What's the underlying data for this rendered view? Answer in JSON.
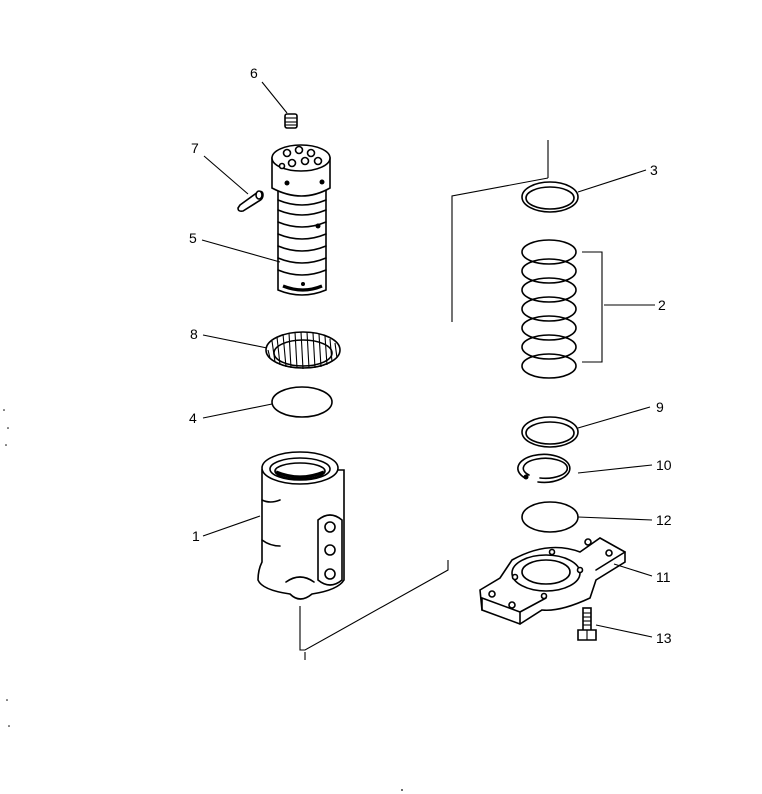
{
  "diagram": {
    "callouts": [
      {
        "part": "6",
        "label": "6"
      },
      {
        "part": "7",
        "label": "7"
      },
      {
        "part": "5",
        "label": "5"
      },
      {
        "part": "8",
        "label": "8"
      },
      {
        "part": "4",
        "label": "4"
      },
      {
        "part": "1",
        "label": "1"
      },
      {
        "part": "3",
        "label": "3"
      },
      {
        "part": "2",
        "label": "2"
      },
      {
        "part": "9",
        "label": "9"
      },
      {
        "part": "10",
        "label": "10"
      },
      {
        "part": "12",
        "label": "12"
      },
      {
        "part": "11",
        "label": "11"
      },
      {
        "part": "13",
        "label": "13"
      }
    ]
  }
}
